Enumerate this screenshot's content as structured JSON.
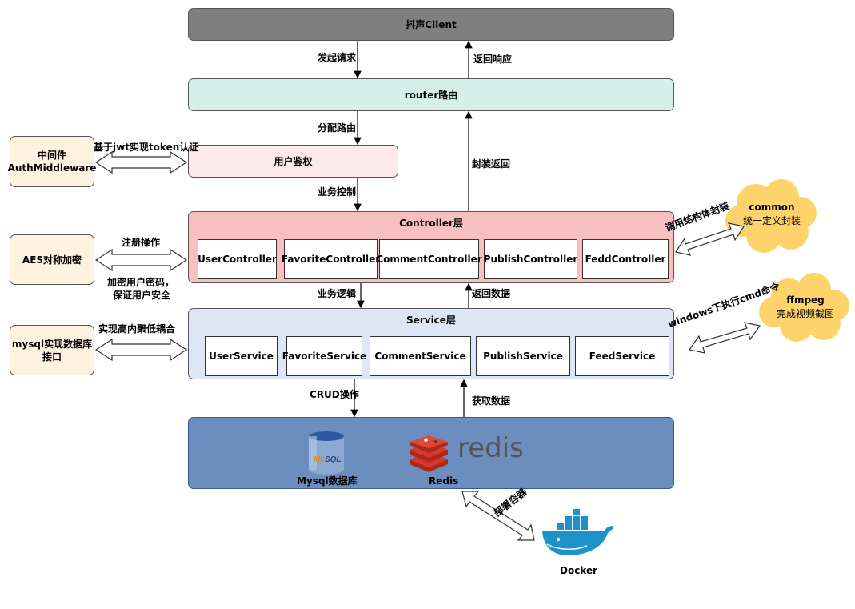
{
  "client": {
    "label": "抖声Client"
  },
  "router": {
    "label": "router路由"
  },
  "auth": {
    "label": "用户鉴权"
  },
  "arrows": {
    "request": "发起请求",
    "response": "返回响应",
    "dispatch": "分配路由",
    "business_control": "业务控制",
    "wrap_return": "封装返回",
    "business_logic": "业务逻辑",
    "return_data": "返回数据",
    "crud": "CRUD操作",
    "fetch_data": "获取数据"
  },
  "controller_layer": {
    "title": "Controller层",
    "items": [
      "UserController",
      "FavoriteController",
      "CommentController",
      "PublishController",
      "FeddController"
    ]
  },
  "service_layer": {
    "title": "Service层",
    "items": [
      "UserService",
      "FavoriteService",
      "CommentService",
      "PublishService",
      "FeedService"
    ]
  },
  "storage": {
    "mysql_label": "Mysql数据库",
    "redis_label": "Redis",
    "redis_logo_text": "redis"
  },
  "left_boxes": {
    "middleware": {
      "line1": "中间件",
      "line2": "AuthMiddleware",
      "link_label": "基于jwt实现token认证"
    },
    "aes": {
      "line1": "AES对称加密",
      "link_label": "注册操作",
      "note1": "加密用户密码，",
      "note2": "保证用户安全"
    },
    "mysql_iface": {
      "line1": "mysql实现数据库",
      "line2": "接口",
      "link_label": "实现高内聚低耦合"
    }
  },
  "clouds": {
    "common": {
      "line1": "common",
      "line2": "统一定义封装",
      "link_label": "调用结构体封装"
    },
    "ffmpeg": {
      "line1": "ffmpeg",
      "line2": "完成视频截图",
      "link_label": "windows下执行cmd命令"
    }
  },
  "docker": {
    "label": "Docker",
    "link_label": "部署容器"
  },
  "colors": {
    "client": "#7f7f7f",
    "router": "#d5f0e8",
    "auth": "#fde8ec",
    "controller": "#f8bfc1",
    "service": "#dde6f6",
    "storage": "#6c8ebf",
    "side_box": "#fff3e0",
    "cloud": "#ffd36b",
    "redis": "#d9372b",
    "docker": "#1d92c9"
  }
}
